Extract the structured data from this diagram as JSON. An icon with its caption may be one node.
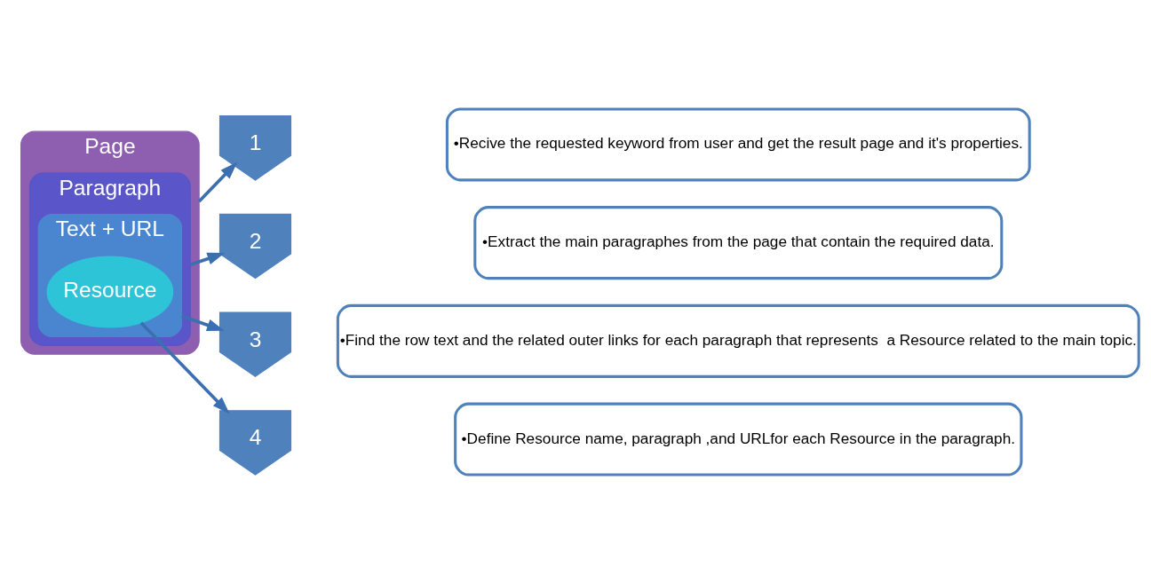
{
  "diagram": {
    "nodes": [
      {
        "text": [
          "Page"
        ]
      },
      {
        "text": [
          "Paragraph"
        ],
        "in": 0
      },
      {
        "text": [
          "Text + URL"
        ],
        "in": 1
      },
      {
        "text": [
          "Resource"
        ],
        "in": 2
      },
      {
        "text": [
          "1"
        ]
      },
      {
        "text": [
          "•Recive the requested keyword from user and get the result page and it's properties."
        ]
      },
      {
        "text": [
          "2"
        ]
      },
      {
        "text": [
          "•Extract the main paragraphes from the page that contain the required data."
        ]
      },
      {
        "text": [
          "3"
        ]
      },
      {
        "text": [
          "•Find the row text and the related outer links for each paragraph that represents  a Resource related to the main topic."
        ]
      },
      {
        "text": [
          "4"
        ]
      },
      {
        "text": [
          "•Define Resource name, paragraph ,and URLfor each Resource in the paragraph."
        ]
      }
    ],
    "edges": [
      {
        "from": 0,
        "to": 4,
        "arrow": "to"
      },
      {
        "from": 1,
        "to": 6,
        "arrow": "to"
      },
      {
        "from": 2,
        "to": 8,
        "arrow": "to"
      },
      {
        "from": 3,
        "to": 10,
        "arrow": "to"
      }
    ]
  }
}
